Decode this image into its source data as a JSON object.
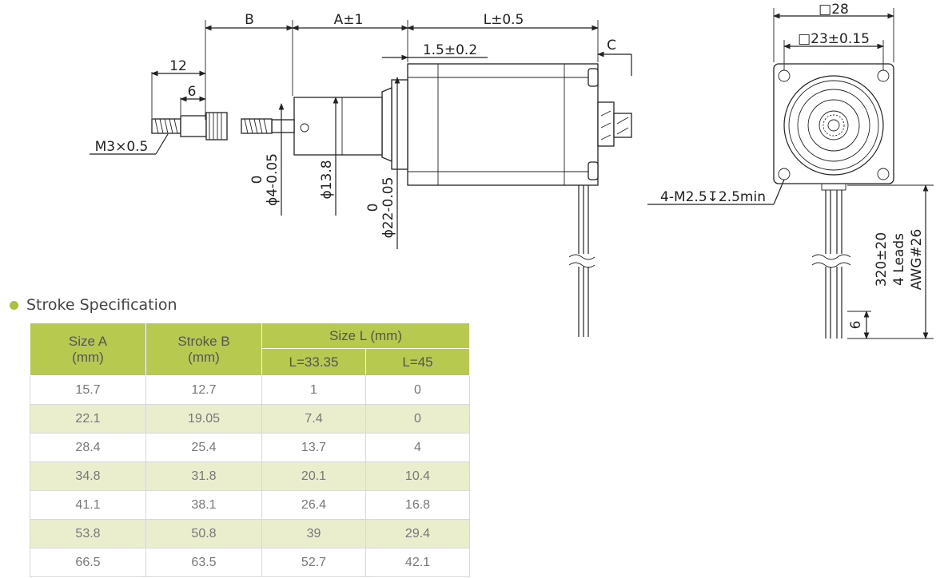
{
  "drawing": {
    "dims": {
      "b": "B",
      "a": "A±1",
      "l": "L±0.5",
      "c": "C",
      "flange": "1.5±0.2",
      "d12": "12",
      "d6": "6",
      "thread": "M3×0.5",
      "shaft_tol": "0",
      "shaft_dia": "ϕ4-0.05",
      "nut_dia": "ϕ13.8",
      "boss_tol": "0",
      "boss_dia": "ϕ22-0.05",
      "sq28": "□28",
      "sq23": "□23±0.15",
      "holes": "4-M2.5↧2.5min",
      "lead_len": "320±20",
      "leads": "4 Leads",
      "awg": "AWG#26",
      "strip": "6"
    }
  },
  "spec": {
    "heading": "Stroke Specification",
    "headers": {
      "size_a": [
        "Size A",
        "(mm)"
      ],
      "stroke_b": [
        "Stroke B",
        "(mm)"
      ],
      "size_l": "Size L (mm)",
      "l1": "L=33.35",
      "l2": "L=45"
    },
    "rows": [
      [
        "15.7",
        "12.7",
        "1",
        "0"
      ],
      [
        "22.1",
        "19.05",
        "7.4",
        "0"
      ],
      [
        "28.4",
        "25.4",
        "13.7",
        "4"
      ],
      [
        "34.8",
        "31.8",
        "20.1",
        "10.4"
      ],
      [
        "41.1",
        "38.1",
        "26.4",
        "16.8"
      ],
      [
        "53.8",
        "50.8",
        "39",
        "29.4"
      ],
      [
        "66.5",
        "63.5",
        "52.7",
        "42.1"
      ]
    ]
  }
}
